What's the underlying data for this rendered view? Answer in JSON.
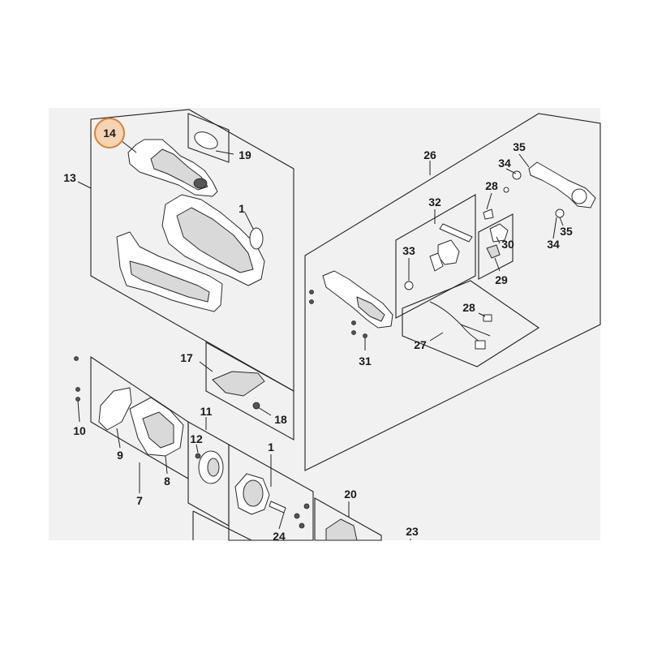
{
  "callouts": {
    "c14": "14",
    "c19": "19",
    "c13": "13",
    "c1a": "1",
    "c26": "26",
    "c35a": "35",
    "c34a": "34",
    "c28a": "28",
    "c35b": "35",
    "c34b": "34",
    "c32": "32",
    "c33": "33",
    "c30": "30",
    "c29": "29",
    "c28b": "28",
    "c27": "27",
    "c31": "31",
    "c17": "17",
    "c18": "18",
    "c10": "10",
    "c11": "11",
    "c12": "12",
    "c9": "9",
    "c8": "8",
    "c7": "7",
    "c1b": "1",
    "c20": "20",
    "c24": "24",
    "c23": "23"
  },
  "highlight": {
    "callout": "14",
    "color": "#d9823b",
    "fill": "#f6d3b2"
  },
  "colors": {
    "background": "#f1f1f1",
    "line": "#222222"
  }
}
